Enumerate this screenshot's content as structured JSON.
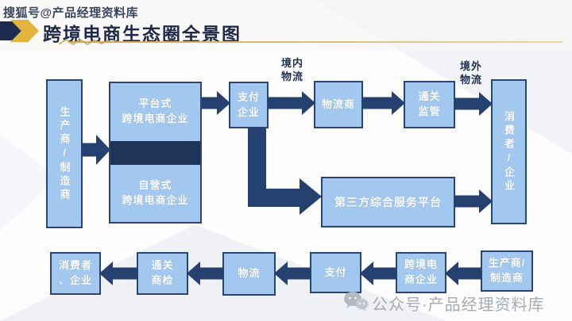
{
  "page": {
    "watermark_top": "搜狐号@产品经理资料库",
    "title": "跨境电商生态圈全景图",
    "watermark_bottom": "公众号·产品经理资料库"
  },
  "colors": {
    "box_fill": "#a3c8ef",
    "box_border": "#2a4571",
    "arrow_navy": "#24416f",
    "divider_band": "#1e3459",
    "accent_gold": "#e3b33f",
    "title_text": "#1d2947"
  },
  "diagram": {
    "top_flow": {
      "producer": "生产商/制造商",
      "platform_ecommerce": "平台式\n跨境电商企业",
      "self_operated_ecommerce": "自营式\n跨境电商企业",
      "payment_company": "支付\n企业",
      "domestic_logistics_label": "境内\n物流",
      "logistics_provider": "物流商",
      "customs_supervision": "通关\n监管",
      "overseas_logistics_label": "境外\n物流",
      "consumer": "消费者/企业",
      "third_party_platform": "第三方综合服务平台"
    },
    "bottom_flow": {
      "producer": "生产商/\n制造商",
      "cross_border_ecommerce": "跨境电\n商企业",
      "payment": "支付",
      "logistics": "物流",
      "customs_inspection": "通关\n商检",
      "consumer": "消费者\n、企业"
    }
  }
}
